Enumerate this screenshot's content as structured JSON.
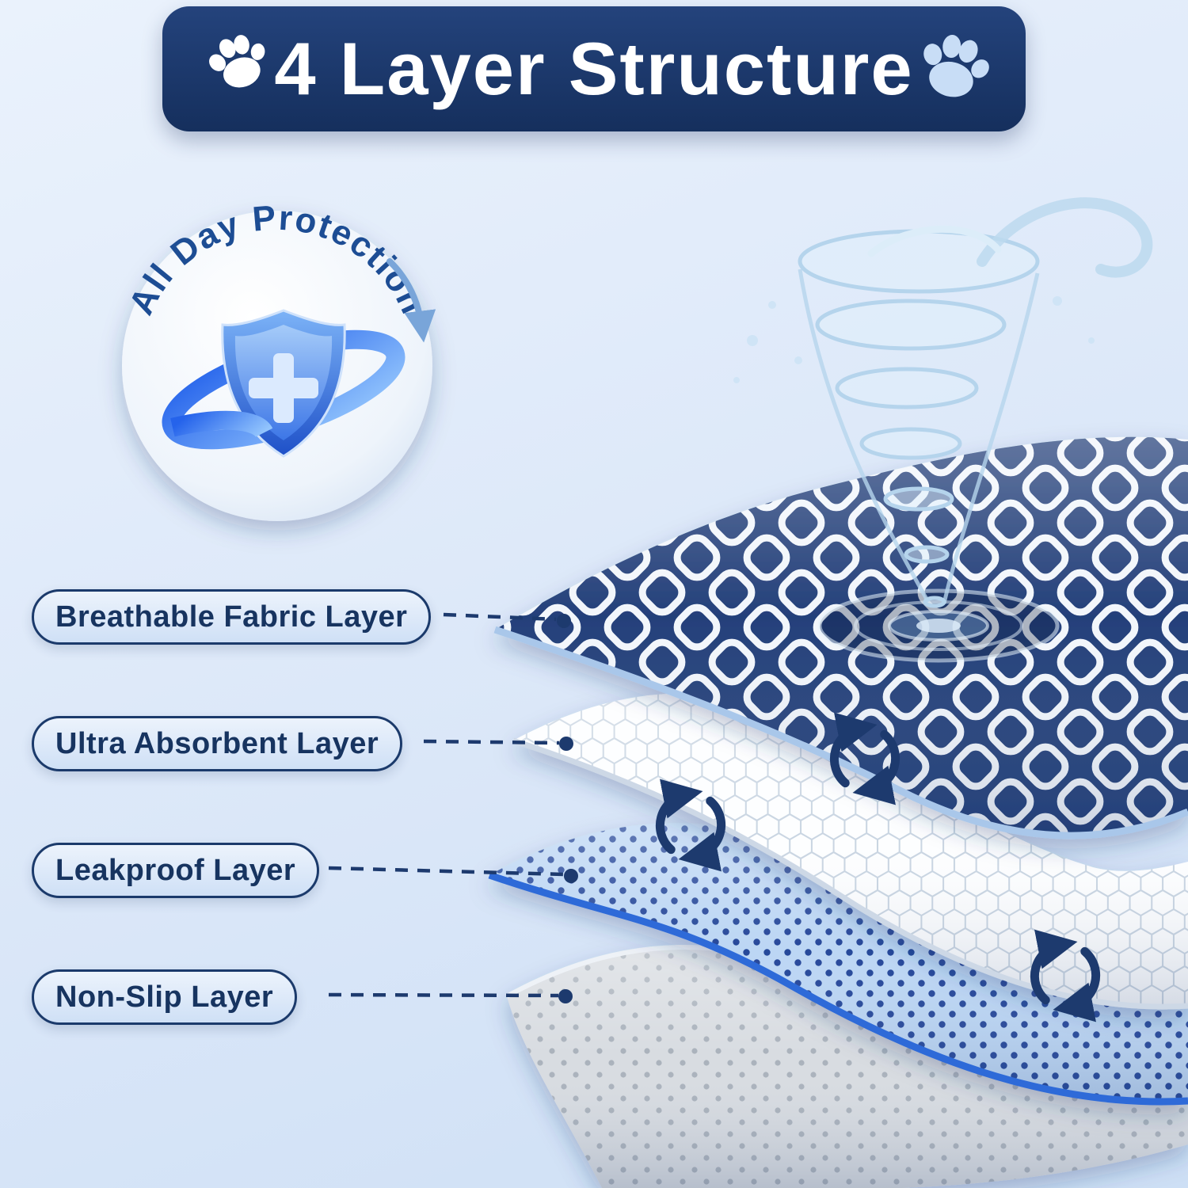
{
  "banner": {
    "title": "4 Layer Structure"
  },
  "badge": {
    "text": "All Day Protection"
  },
  "callouts": [
    {
      "text": "Breathable Fabric Layer"
    },
    {
      "text": "Ultra Absorbent Layer"
    },
    {
      "text": "Leakproof Layer"
    },
    {
      "text": "Non-Slip Layer"
    }
  ],
  "icons": {
    "paw_left": "paw-icon",
    "paw_right": "paw-icon",
    "shield": "shield-cross-icon",
    "splash": "water-vortex-icon",
    "circulation": "cycle-arrows-icon"
  },
  "colors": {
    "banner_bg": "#1d3a6e",
    "label_text": "#173460",
    "breathable_navy": "#24407a",
    "absorbent_white": "#fdfeff",
    "leakproof_blue": "#bcd6f4",
    "nonslip_gray": "#d8dce1",
    "edge_blue": "#2f6bd8",
    "arrow_navy": "#1d3a6e"
  }
}
